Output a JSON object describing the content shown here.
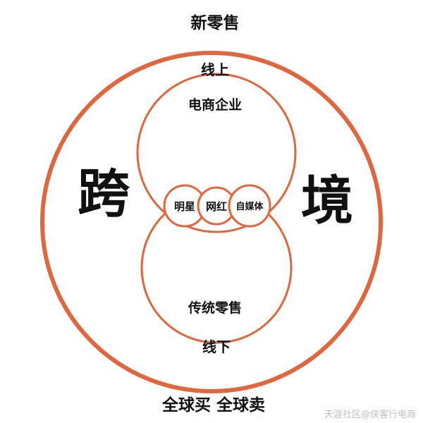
{
  "colors": {
    "accent": "#e0663e",
    "text": "#111111",
    "watermark": "#bdbdbd",
    "background": "#ffffff"
  },
  "title": "新零售",
  "footer": "全球买 全球卖",
  "big_left": "跨",
  "big_right": "境",
  "online": {
    "label": "线上",
    "inner_label": "电商企业"
  },
  "offline": {
    "label": "线下",
    "inner_label": "传统零售"
  },
  "channels": [
    "明星",
    "网红",
    "自媒体"
  ],
  "watermark": "天涯社区@侠客行电商"
}
